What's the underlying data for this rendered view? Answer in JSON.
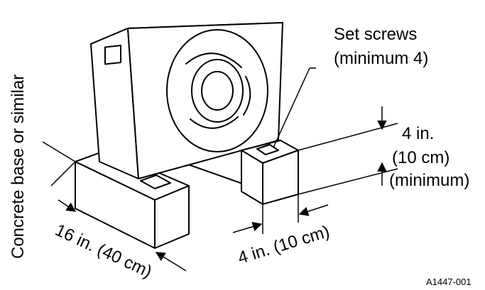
{
  "labels": {
    "set_screws": "Set screws",
    "minimum_4": "(minimum 4)",
    "height_in": "4 in.",
    "height_cm": "(10 cm)",
    "height_min": "(minimum)",
    "base_label": "Concrete base or similar",
    "length_dim": "16 in. (40 cm)",
    "width_dim": "4 in. (10 cm)",
    "figure_code": "A1447-001"
  }
}
